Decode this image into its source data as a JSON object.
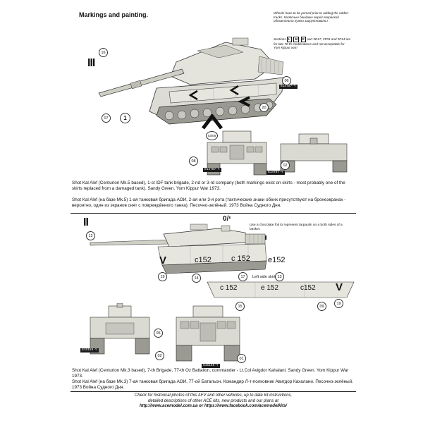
{
  "page": {
    "title": "Markings and painting.",
    "note_top": "Wheels have to be primed prior to adding the rubber tracks. Колёсные бандажи перед покраской обязательно нужно загрунтовать!",
    "sections_prefix": "Sections",
    "sections_letters": [
      "L",
      "M",
      "K"
    ],
    "sections_rest": "part #D17, #F01 and #F14 are for late 70-th modifications and not acceptable for Yom Kippur war!"
  },
  "tank1": {
    "callouts": [
      "16",
      "06",
      "20",
      "07",
      "03/08",
      "08",
      "02"
    ],
    "roman": "III",
    "circle_number": "1",
    "registration": "814787-Y",
    "registration_small": "814787-Y",
    "caption_en": "Shot Kal Alef (Centurion Mk.5 based), 1-st IDF tank brigade, 2-nd or 3-rd company (both markings exist on skirts - most probably one of the skirts replaced from a damaged tank). Sandy Green. Yom Kippur War 1973.",
    "caption_ru": "Shot Kal Alef (на базе Mk.5) 1-ая танковая бригада АОИ, 2-ая или 3-я рота (тактические знаки обеих присутствуют на броне­экранах - вероятно, один из экранов снят с повреждённого танка). Песочно-зелёный. 1973 Война Судного Дня."
  },
  "tank2": {
    "callouts": [
      "12",
      "19",
      "14",
      "17",
      "13",
      "15",
      "09",
      "19",
      "05",
      "02",
      "01"
    ],
    "roman": "II",
    "hebrew_marking": "י/0",
    "chocolate_note": "Use a chocolate foil to represent tarpaulin on a both sides of a basket.",
    "registration": "815158-Y",
    "registration_small": "815159-Y",
    "skirt_label": "Left side skirt",
    "skirt_numbers": [
      "c152",
      "c 152",
      "e152",
      "c 152",
      "e 152",
      "c152"
    ],
    "v_mark": "V",
    "caption_en": "Shot Kal Alef (Centurion Mk.3 based), 7-th Brigade, 77-th Oz Battalion, commander - Lt.Col Avigdor Kahalani. Sandy Green. Yom Kippur War 1973.",
    "caption_ru": "Shot Kal Alef (на базе Mk.3) 7-ая танковая бригада АОИ, 77-ой Батальон. Командир Л-т-полковник Авигдор Кахалани. Песочно-зелёный. 1973 Война Судного Дня."
  },
  "footer": {
    "line1": "Check for historical photos of this AFV and  other vehicles, up to date kit instructions,",
    "line2": "detailed descriptions of other ACE kits, new products and our plans at",
    "link1": "http://www.acemodel.com.ua",
    "or": "or",
    "link2": "https://www.facebook.com/acemodelkits/"
  }
}
